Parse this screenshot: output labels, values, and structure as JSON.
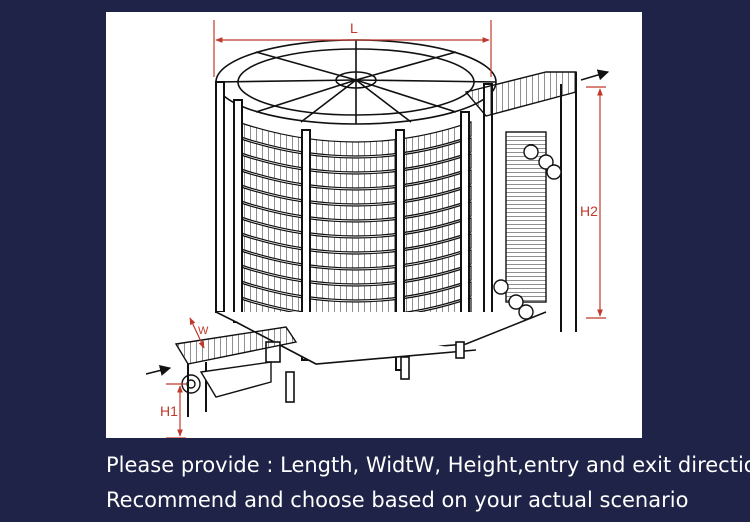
{
  "diagram": {
    "dimension_labels": {
      "length": "L",
      "width": "W",
      "height_exit": "H2",
      "height_entry": "H1"
    },
    "colors": {
      "dimension": "#c0392b",
      "line": "#1a1a1a",
      "background": "#1e2347"
    }
  },
  "caption": {
    "line1": "Please provide : Length, WidtW, Height,entry and exit direction",
    "line2": "Recommend and choose based on your actual scenario"
  }
}
